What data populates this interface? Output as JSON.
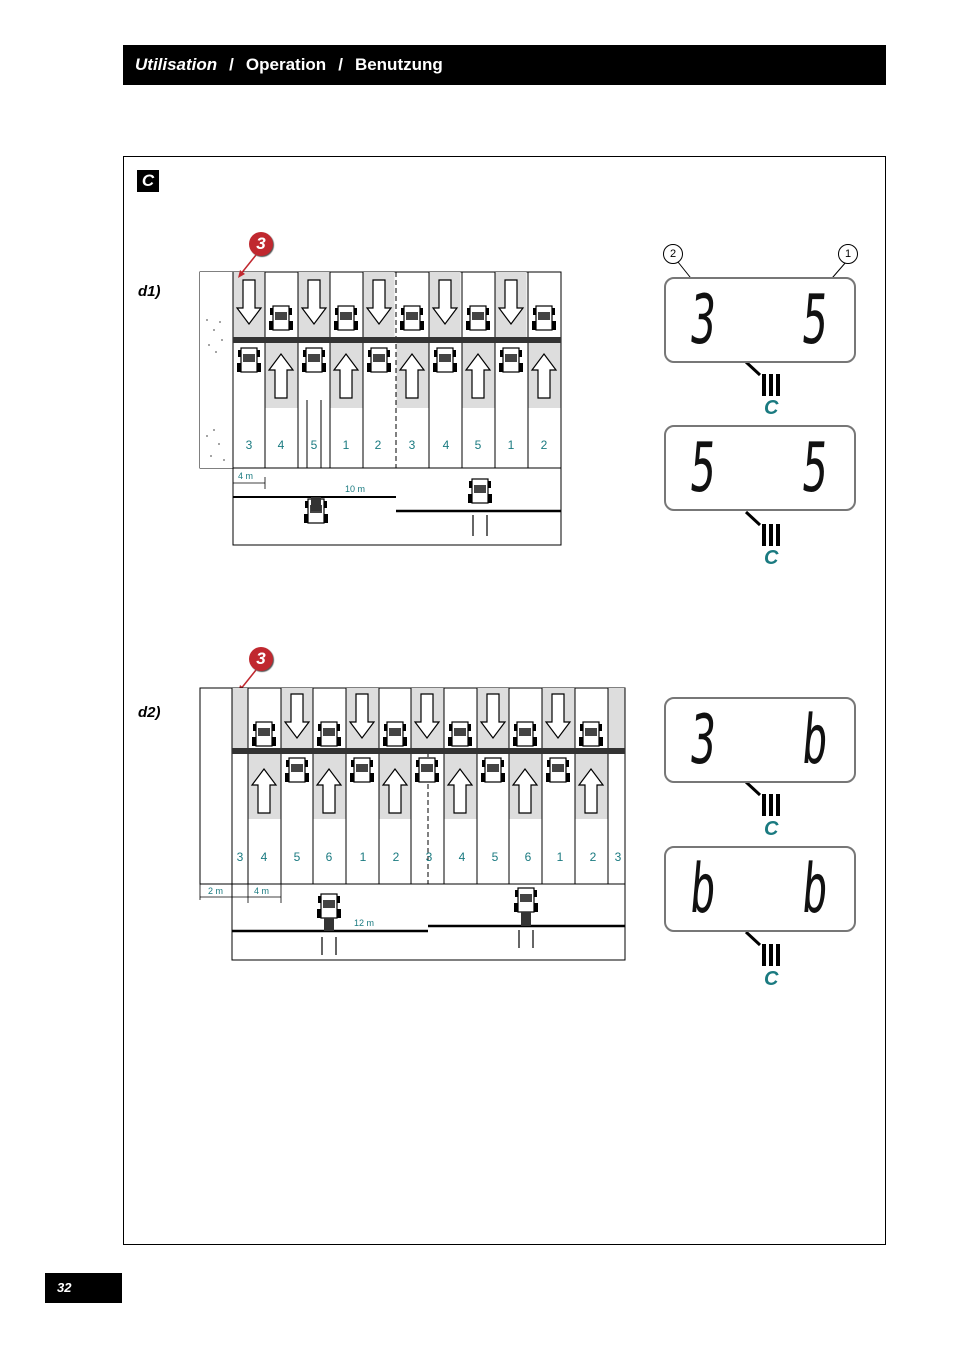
{
  "header": {
    "part1": "Utilisation",
    "sep1": "/",
    "part2": "Operation",
    "sep2": "/",
    "part3": "Benutzung"
  },
  "section_letter": "C",
  "diagrams": {
    "d1": {
      "label": "d1)",
      "marker": "3",
      "lane_numbers": [
        "3",
        "4",
        "5",
        "1",
        "2",
        "3",
        "4",
        "5",
        "1",
        "2"
      ],
      "measure_small": "4 m",
      "measure_large": "10 m"
    },
    "d2": {
      "label": "d2)",
      "marker": "3",
      "lane_numbers": [
        "3",
        "4",
        "5",
        "6",
        "1",
        "2",
        "3",
        "4",
        "5",
        "6",
        "1",
        "2",
        "3"
      ],
      "measure_a": "2 m",
      "measure_b": "4 m",
      "measure_large": "12 m"
    }
  },
  "callouts": {
    "left": "2",
    "right": "1"
  },
  "displays": [
    {
      "left_digit": "3",
      "right_digit": "5",
      "tramline_letter": "C"
    },
    {
      "left_digit": "5",
      "right_digit": "5",
      "tramline_letter": "C"
    },
    {
      "left_digit": "3",
      "right_digit": "b",
      "tramline_letter": "C"
    },
    {
      "left_digit": "b",
      "right_digit": "b",
      "tramline_letter": "C"
    }
  ],
  "page_number": "32",
  "colors": {
    "accent_teal": "#1a7a80",
    "marker_red": "#c0282f"
  }
}
